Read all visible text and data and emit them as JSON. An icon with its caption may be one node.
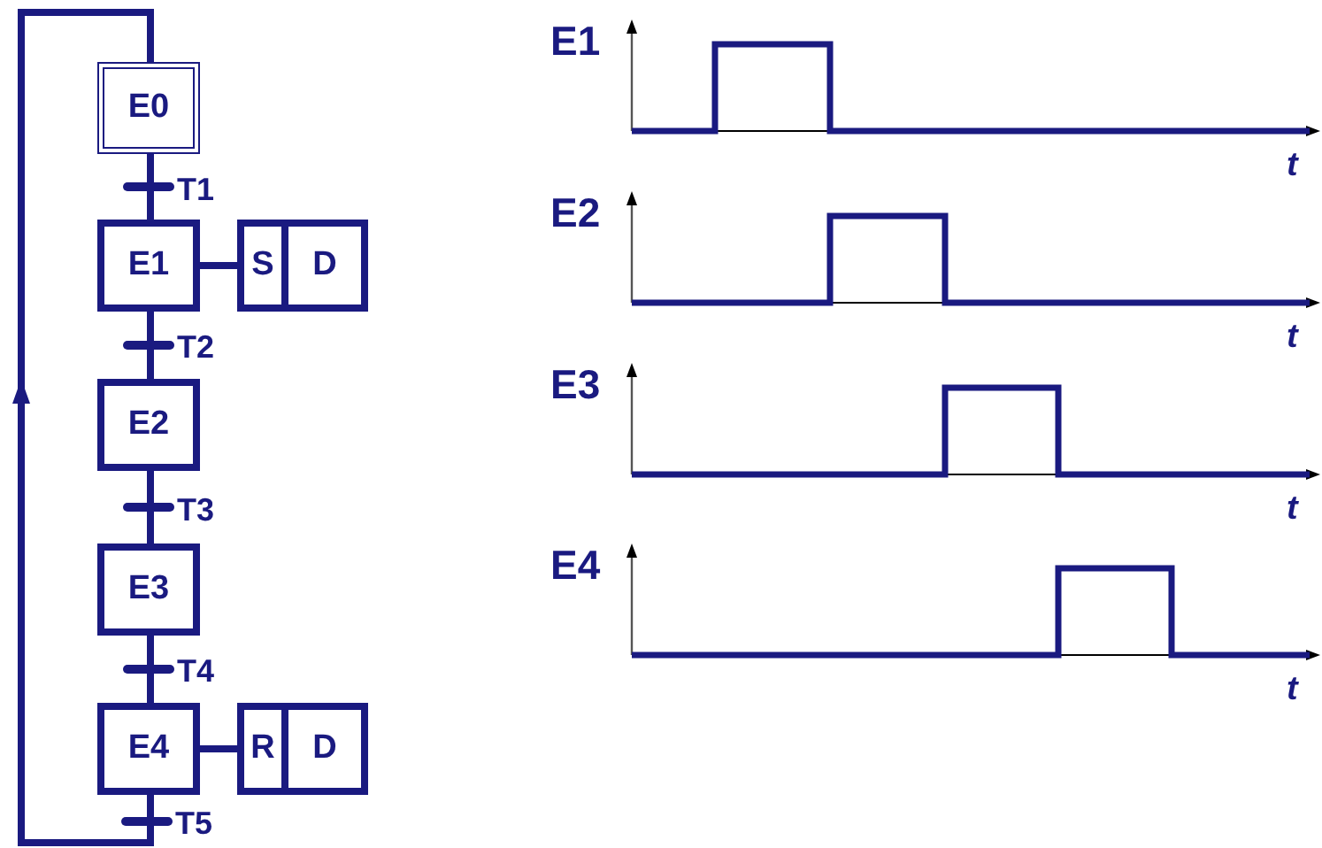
{
  "diagram": {
    "nodes": [
      {
        "text": [
          "E0"
        ]
      },
      {
        "text": [
          "E1"
        ]
      },
      {
        "text": [
          "S",
          "D"
        ]
      },
      {
        "text": [
          "E2"
        ]
      },
      {
        "text": [
          "E3"
        ]
      },
      {
        "text": [
          "E4"
        ]
      },
      {
        "text": [
          "R",
          "D"
        ]
      }
    ],
    "edges": [
      {
        "from": 0,
        "to": 1,
        "arrow": "none",
        "label": "T1"
      },
      {
        "from": 1,
        "to": 2,
        "arrow": "none"
      },
      {
        "from": 1,
        "to": 3,
        "arrow": "none",
        "label": "T2"
      },
      {
        "from": 3,
        "to": 4,
        "arrow": "none",
        "label": "T3"
      },
      {
        "from": 4,
        "to": 5,
        "arrow": "none",
        "label": "T4"
      },
      {
        "from": 5,
        "to": 6,
        "arrow": "none"
      },
      {
        "from": 5,
        "to": 0,
        "arrow": "to",
        "label": "T5"
      }
    ],
    "labels": [
      "E1",
      "t",
      "E2",
      "t",
      "E3",
      "t",
      "E4",
      "t"
    ]
  }
}
